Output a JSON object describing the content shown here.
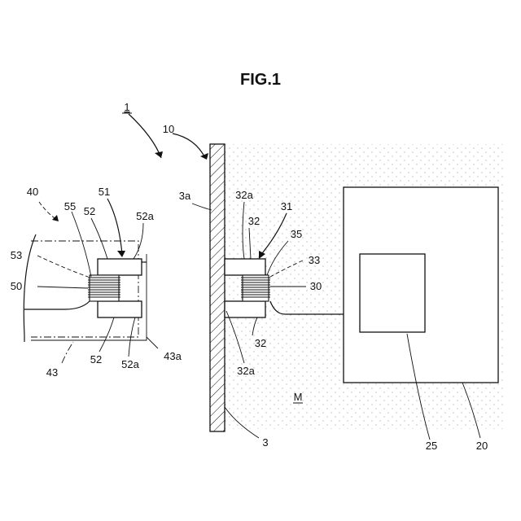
{
  "figure": {
    "title": "FIG.1"
  },
  "labels": {
    "l1": "1",
    "l10": "10",
    "l3a": "3a",
    "l3": "3",
    "l40": "40",
    "l55": "55",
    "l52_top": "52",
    "l51": "51",
    "l52a_top": "52a",
    "l53": "53",
    "l50": "50",
    "l52_bottom": "52",
    "l52a_bottom": "52a",
    "l43": "43",
    "l43a": "43a",
    "l32a_top": "32a",
    "l32_top": "32",
    "l31": "31",
    "l35": "35",
    "l33": "33",
    "l30": "30",
    "l32_bottom": "32",
    "l32a_bottom": "32a",
    "lM": "M",
    "l25": "25",
    "l20": "20"
  }
}
